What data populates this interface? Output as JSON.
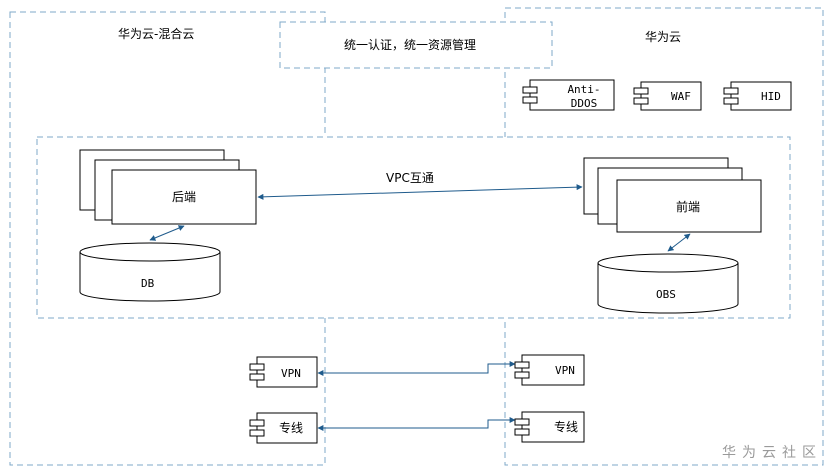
{
  "regions": {
    "hybrid_cloud_title": "华为云-混合云",
    "huawei_cloud_title": "华为云",
    "unified_management": "统一认证，统一资源管理"
  },
  "security_components": [
    {
      "label": "Anti-\nDDOS"
    },
    {
      "label": "WAF"
    },
    {
      "label": "HID"
    }
  ],
  "vpc": {
    "link_label": "VPC互通",
    "backend_label": "后端",
    "frontend_label": "前端",
    "db_label": "DB",
    "obs_label": "OBS"
  },
  "connections": {
    "vpn_left": "VPN",
    "vpn_right": "VPN",
    "line_left": "专线",
    "line_right": "专线"
  },
  "watermark": "华为云社区",
  "colors": {
    "dashed_border": "#7fa9c9",
    "connector": "#1f5b8c",
    "box_border": "#000000"
  }
}
